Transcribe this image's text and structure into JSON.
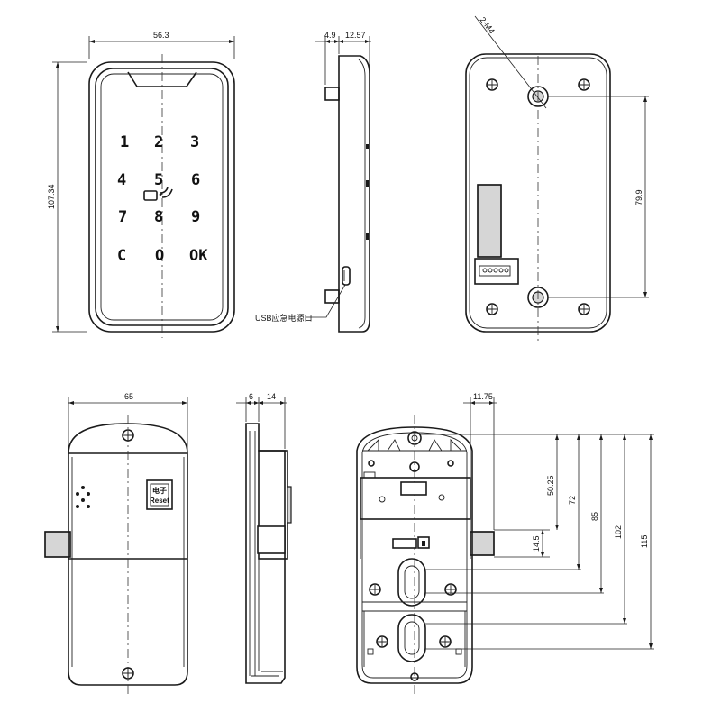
{
  "dimensions": {
    "front_width": "56.3",
    "front_height": "107.34",
    "side_offset": "4.9",
    "side_depth": "12.57",
    "screw_callout": "2-M4",
    "hole_spacing": "79.9",
    "back_width": "65",
    "side_a": "6",
    "side_b": "14",
    "plate_offset": "11.75",
    "d1": "50.25",
    "d2": "72",
    "d3": "85",
    "d4": "102",
    "d5": "115",
    "bolt": "14.5"
  },
  "keypad": {
    "keys": [
      "1",
      "2",
      "3",
      "4",
      "5",
      "6",
      "7",
      "8",
      "9",
      "C",
      "O",
      "OK"
    ]
  },
  "labels": {
    "usb_port": "USB应急电源口",
    "card_label_top": "电子",
    "card_label_bottom": "Reset"
  }
}
